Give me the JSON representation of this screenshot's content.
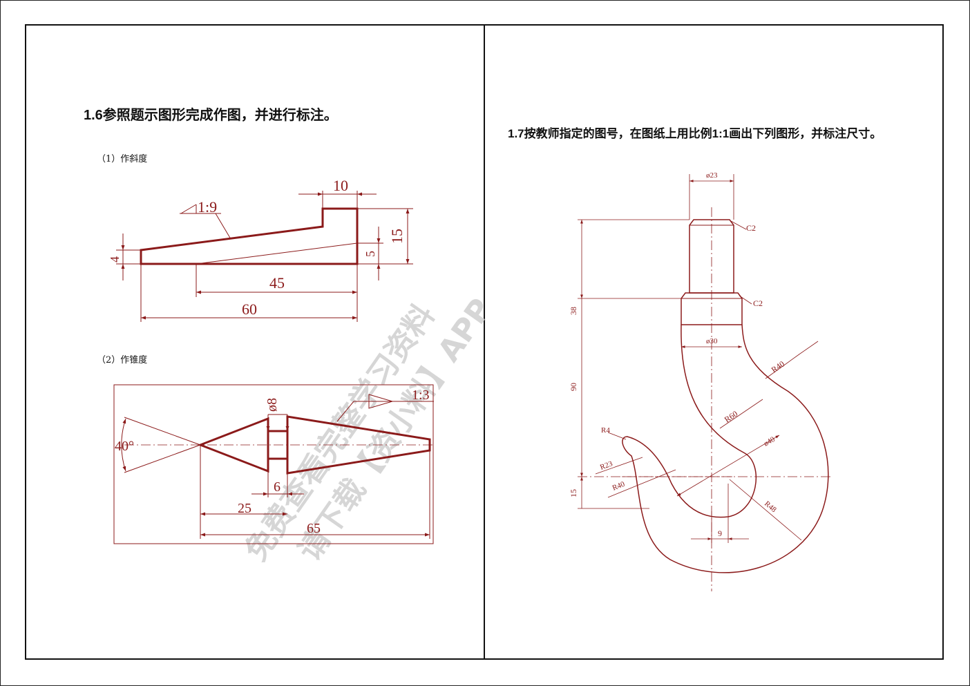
{
  "section_1_6": {
    "title": "1.6参照题示图形完成作图，并进行标注。",
    "part1_label": "（1）作斜度",
    "part2_label": "（2）作锥度",
    "slope_drawing": {
      "slope_ratio": "1:9",
      "dims": {
        "d10": "10",
        "d15": "15",
        "d4": "4",
        "d5": "5",
        "d45": "45",
        "d60": "60"
      }
    },
    "taper_drawing": {
      "taper_ratio": "1:3",
      "dims": {
        "angle": "40°",
        "d8": "ø8",
        "d6": "6",
        "d25": "25",
        "d65": "65"
      }
    }
  },
  "section_1_7": {
    "title": "1.7按教师指定的图号，在图纸上用比例1:1画出下列图形，并标注尺寸。",
    "hook_drawing": {
      "dims": {
        "d23": "ø23",
        "c2_top": "C2",
        "c2_mid": "C2",
        "d38": "38",
        "d30": "ø30",
        "r40_outer": "R40",
        "d90": "90",
        "r60": "R60",
        "r4": "R4",
        "d40": "ø40",
        "r23": "R23",
        "d15": "15",
        "r40_inner": "R40",
        "r48": "R48",
        "d9": "9"
      }
    }
  },
  "watermark": {
    "line1": "免费查看完整学习资料",
    "line2": "请下载【资小料】APP"
  },
  "colors": {
    "drawing": "#8b1a1a",
    "text": "#111111",
    "watermark": "#d0d0d0"
  }
}
